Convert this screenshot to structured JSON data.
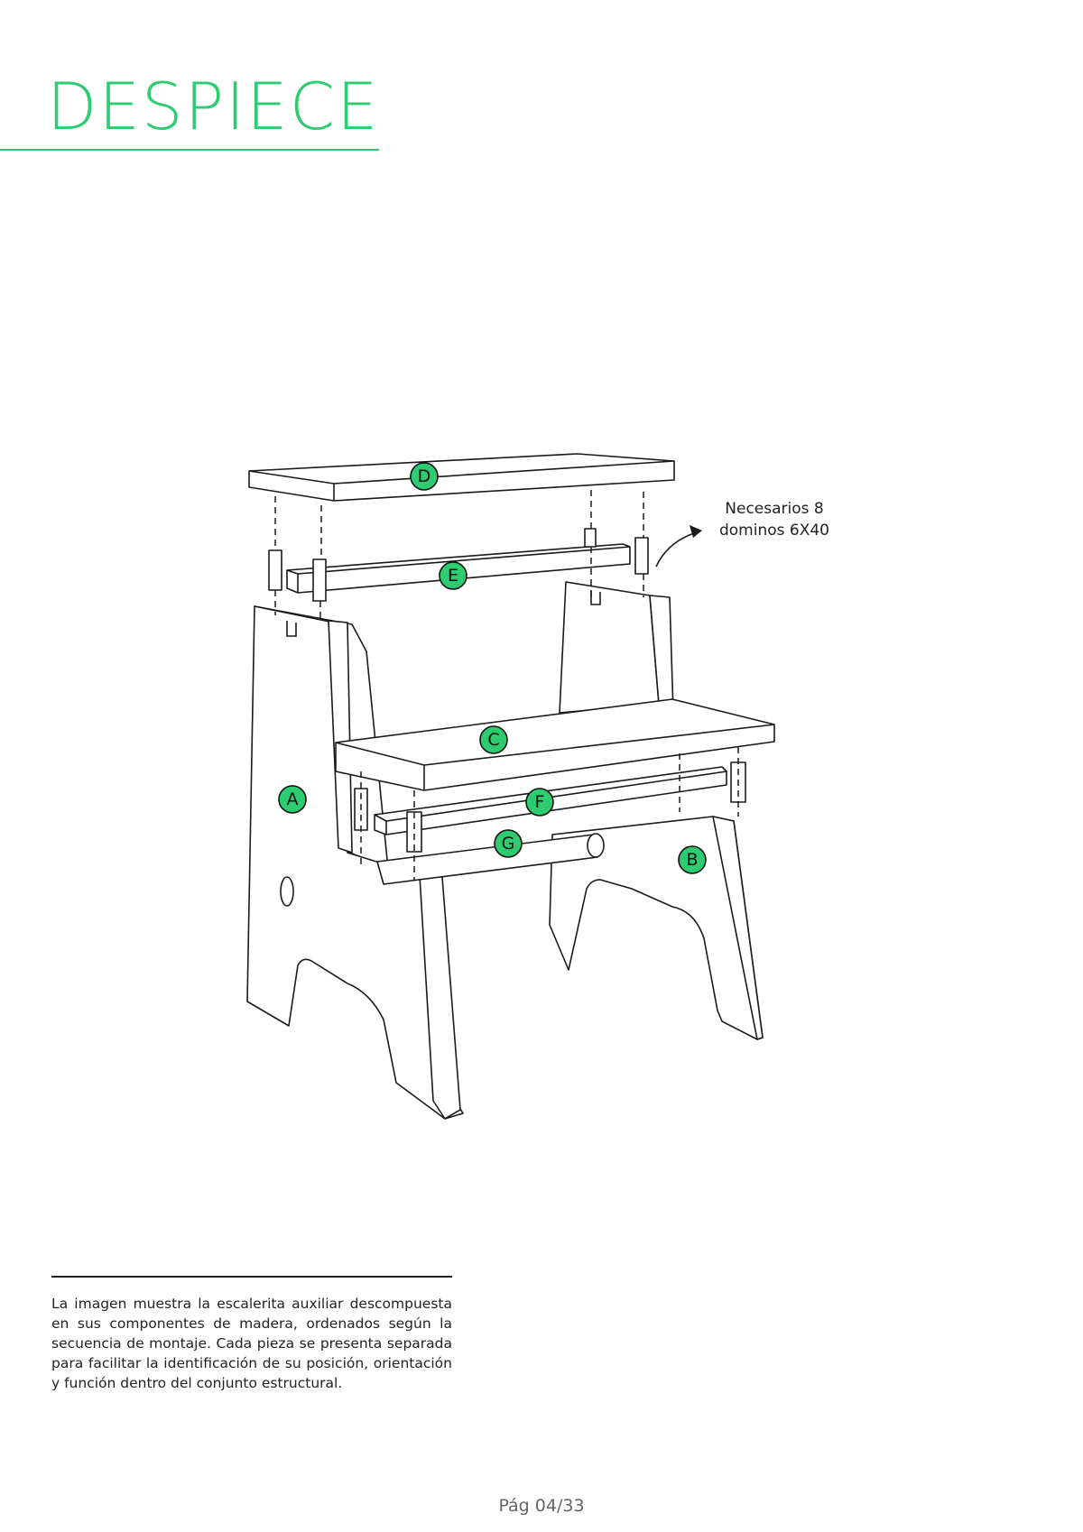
{
  "header": {
    "title": "DESPIECE"
  },
  "drawing": {
    "parts": [
      {
        "id": "A",
        "label": "A"
      },
      {
        "id": "B",
        "label": "B"
      },
      {
        "id": "C",
        "label": "C"
      },
      {
        "id": "D",
        "label": "D"
      },
      {
        "id": "E",
        "label": "E"
      },
      {
        "id": "F",
        "label": "F"
      },
      {
        "id": "G",
        "label": "G"
      }
    ],
    "note": {
      "line1": "Necesarios 8",
      "line2": "dominos 6X40"
    },
    "colors": {
      "accent": "#2ecc71",
      "line": "#1a1a1a"
    }
  },
  "description": {
    "text": "La imagen muestra la escalerita auxiliar descompuesta en sus componentes de madera, ordenados según la secuencia de montaje. Cada pieza se presenta separada para facilitar la identificación de su posición, orientación y función dentro del conjunto estructural."
  },
  "footer": {
    "page": "Pág 04/33"
  }
}
